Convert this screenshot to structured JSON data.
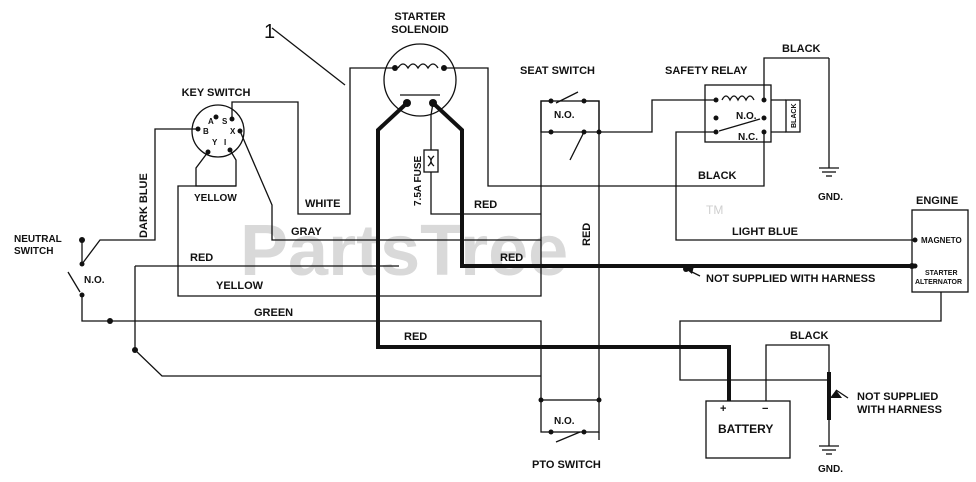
{
  "watermark": "PartsTree",
  "watermark_tm": "TM",
  "callout_number": "1",
  "components": {
    "starter_solenoid": "STARTER SOLENOID",
    "key_switch": "KEY SWITCH",
    "key_pins": {
      "a": "A",
      "s": "S",
      "b": "B",
      "x": "X",
      "y": "Y",
      "i": "I"
    },
    "seat_switch": "SEAT SWITCH",
    "safety_relay": "SAFETY RELAY",
    "relay_no": "N.O.",
    "relay_nc": "N.C.",
    "neutral_switch": "NEUTRAL SWITCH",
    "neutral_switch_line1": "NEUTRAL",
    "neutral_switch_line2": "SWITCH",
    "pto_switch": "PTO SWITCH",
    "engine": "ENGINE",
    "magneto": "MAGNETO",
    "starter_alternator_line1": "STARTER",
    "starter_alternator_line2": "ALTERNATOR",
    "battery": "BATTERY",
    "battery_plus": "+",
    "battery_minus": "−",
    "fuse": "7.5A FUSE",
    "no_label": "N.O.",
    "ground": "GND."
  },
  "wire_labels": {
    "black_top": "BLACK",
    "black_relay_box": "BLACK",
    "black_mid": "BLACK",
    "black_battery": "BLACK",
    "dark_blue": "DARK BLUE",
    "yellow_key": "YELLOW",
    "white": "WHITE",
    "gray": "GRAY",
    "red_upper": "RED",
    "red_vertical": "RED",
    "red_heavy": "RED",
    "red_left": "RED",
    "red_battery": "RED",
    "light_blue": "LIGHT BLUE",
    "yellow_long": "YELLOW",
    "green": "GREEN"
  },
  "notes": {
    "not_supplied_upper": "NOT SUPPLIED WITH HARNESS",
    "not_supplied_lower_line1": "NOT SUPPLIED",
    "not_supplied_lower_line2": "WITH HARNESS"
  },
  "colors": {
    "ink": "#111111",
    "watermark": "#d9d9d9"
  }
}
